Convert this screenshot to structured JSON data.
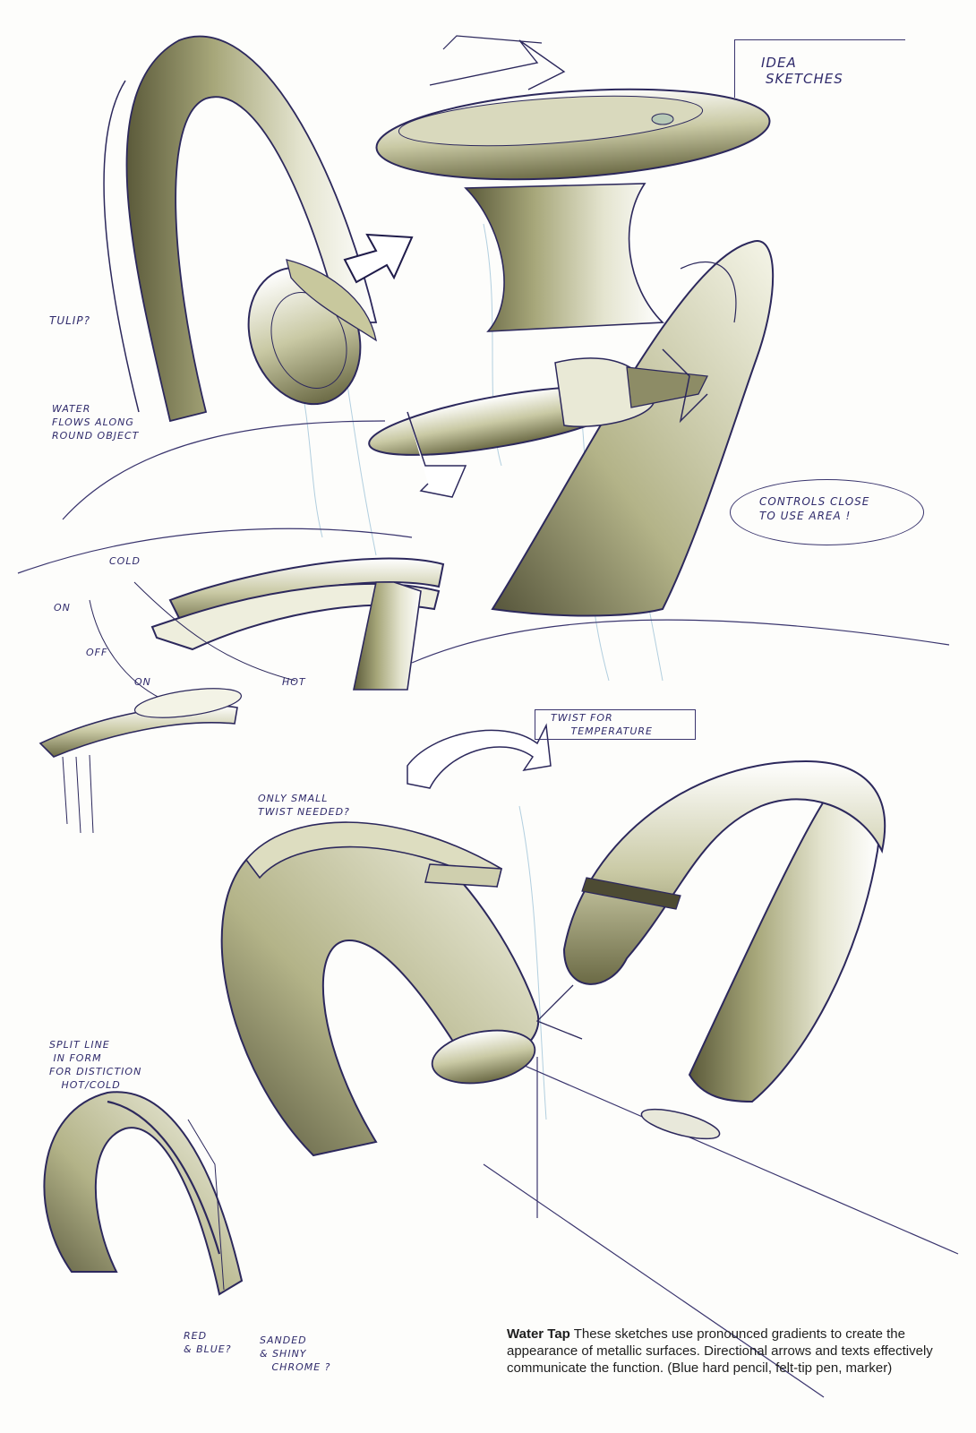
{
  "page": {
    "background": "#fdfdfb",
    "ink_color": "#2f2a6b",
    "marker_color": "#8f8f5c",
    "shadow_color": "#5b5a3a",
    "pencil_blue": "#9fc3d8"
  },
  "title_box": {
    "line1": "IDEA",
    "line2": "SKETCHES"
  },
  "annotations": {
    "tulip": "TULIP?",
    "water_flow": "WATER\nFLOWS ALONG\nROUND OBJECT",
    "controls": "CONTROLS CLOSE\nTO USE AREA !",
    "cold": "COLD",
    "on_top": "ON",
    "off": "OFF",
    "on_bottom": "ON",
    "hot": "HOT",
    "twist_temperature": "TWIST FOR\n     TEMPERATURE",
    "only_small_twist": "ONLY SMALL\nTWIST NEEDED?",
    "split_line": "SPLIT LINE\n IN FORM\nFOR DISTICTION\n   HOT/COLD",
    "red_blue": "RED\n& BLUE?",
    "sanded_chrome": "SANDED\n& SHINY\n   CHROME ?"
  },
  "caption": {
    "bold": "Water Tap",
    "text": " These sketches use pronounced gradients to create the appearance of metallic surfaces. Directional arrows and texts effectively communicate the function. (Blue hard pencil, felt-tip pen, marker)"
  },
  "sketches": [
    {
      "name": "arched-spout-with-oval-head",
      "region": "top-left"
    },
    {
      "name": "flat-disc-tap-with-lift-arrow",
      "region": "top-center"
    },
    {
      "name": "swan-neck-tap-with-twist-handle",
      "region": "center-right"
    },
    {
      "name": "lever-arc-spout-hot-cold",
      "region": "middle-left"
    },
    {
      "name": "small-flat-spout",
      "region": "middle-left-lower"
    },
    {
      "name": "thick-arch-tap-with-twist-bar",
      "region": "bottom-center"
    },
    {
      "name": "arch-tap-with-rotating-head",
      "region": "bottom-right"
    },
    {
      "name": "split-line-arch-tap",
      "region": "bottom-left"
    }
  ]
}
